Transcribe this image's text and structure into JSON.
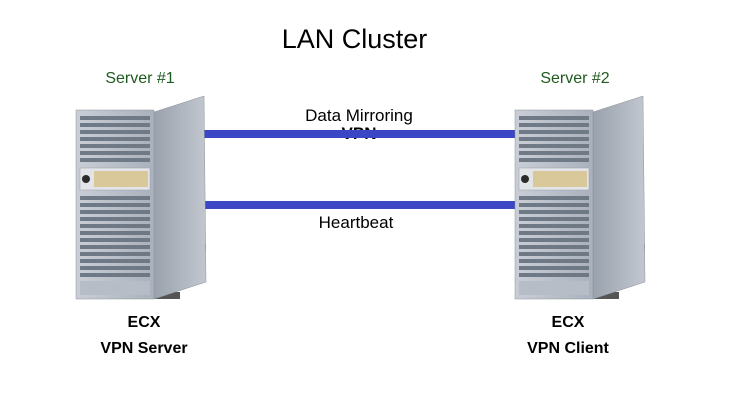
{
  "title": "LAN Cluster",
  "servers": [
    {
      "label": "Server #1",
      "caption_line1": "ECX",
      "caption_line2": "VPN Server"
    },
    {
      "label": "Server #2",
      "caption_line1": "ECX",
      "caption_line2": "VPN Client"
    }
  ],
  "links": {
    "mirroring_label": "Data Mirroring",
    "vpn_label": "VPN",
    "heartbeat_label": "Heartbeat"
  },
  "colors": {
    "link": "#3a46c4",
    "server_label": "#1e5b1e"
  }
}
